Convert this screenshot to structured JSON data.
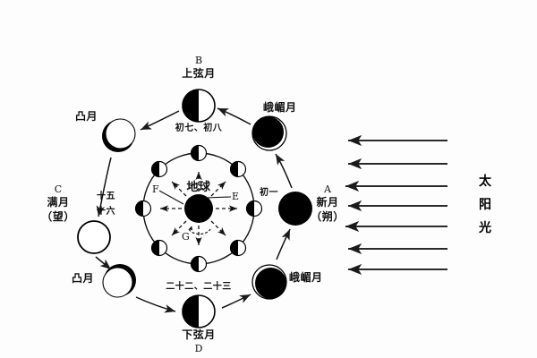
{
  "diagram": {
    "title_text": "",
    "colors": {
      "ink": "#000000",
      "paper": "#fdfdfd",
      "lit": "#ffffff",
      "dark": "#000000"
    },
    "center_body": {
      "label": "地球",
      "name": "earth"
    },
    "sunlight": {
      "label_chars": [
        "太",
        "阳",
        "光"
      ],
      "ray_count": 7,
      "direction": "leftward"
    },
    "outer_phases": [
      {
        "id": "A",
        "letter": "A",
        "name_cn": "新月",
        "alt_cn": "（朔）",
        "phase": "new-moon",
        "position": "right"
      },
      {
        "id": "B",
        "letter": "B",
        "name_cn": "上弦月",
        "alt_cn": "",
        "phase": "first-quarter",
        "position": "top"
      },
      {
        "id": "C",
        "letter": "C",
        "name_cn": "满月",
        "alt_cn": "（望）",
        "phase": "full-moon",
        "position": "left"
      },
      {
        "id": "D",
        "letter": "D",
        "name_cn": "下弦月",
        "alt_cn": "",
        "phase": "last-quarter",
        "position": "bottom"
      },
      {
        "id": "crescent-upper-right",
        "letter": "",
        "name_cn": "峨嵋月",
        "alt_cn": "",
        "phase": "waxing-crescent",
        "position": "upper-right"
      },
      {
        "id": "gibbous-upper-left",
        "letter": "",
        "name_cn": "凸月",
        "alt_cn": "",
        "phase": "waxing-gibbous",
        "position": "upper-left"
      },
      {
        "id": "gibbous-lower-left",
        "letter": "",
        "name_cn": "凸月",
        "alt_cn": "",
        "phase": "waning-gibbous",
        "position": "lower-left"
      },
      {
        "id": "crescent-lower-right",
        "letter": "",
        "name_cn": "峨嵋月",
        "alt_cn": "",
        "phase": "waning-crescent",
        "position": "lower-right"
      }
    ],
    "date_labels": [
      {
        "id": "day-1",
        "text": "初一",
        "position": "inner-right"
      },
      {
        "id": "day-7-8",
        "text": "初七、初八",
        "position": "inner-top"
      },
      {
        "id": "day-15-16-a",
        "text": "十五",
        "position": "inner-left-upper"
      },
      {
        "id": "day-15-16-b",
        "text": "十六",
        "position": "inner-left-lower"
      },
      {
        "id": "day-22-23",
        "text": "二十二、二十三",
        "position": "inner-bottom"
      }
    ],
    "direction_markers": [
      {
        "id": "E",
        "label": "E",
        "position": "east-of-earth"
      },
      {
        "id": "F",
        "label": "F",
        "position": "west-of-earth"
      },
      {
        "id": "G",
        "label": "G",
        "position": "south-of-earth"
      }
    ],
    "inner_ring": {
      "moon_count": 8,
      "description_lit_side": "right"
    }
  }
}
